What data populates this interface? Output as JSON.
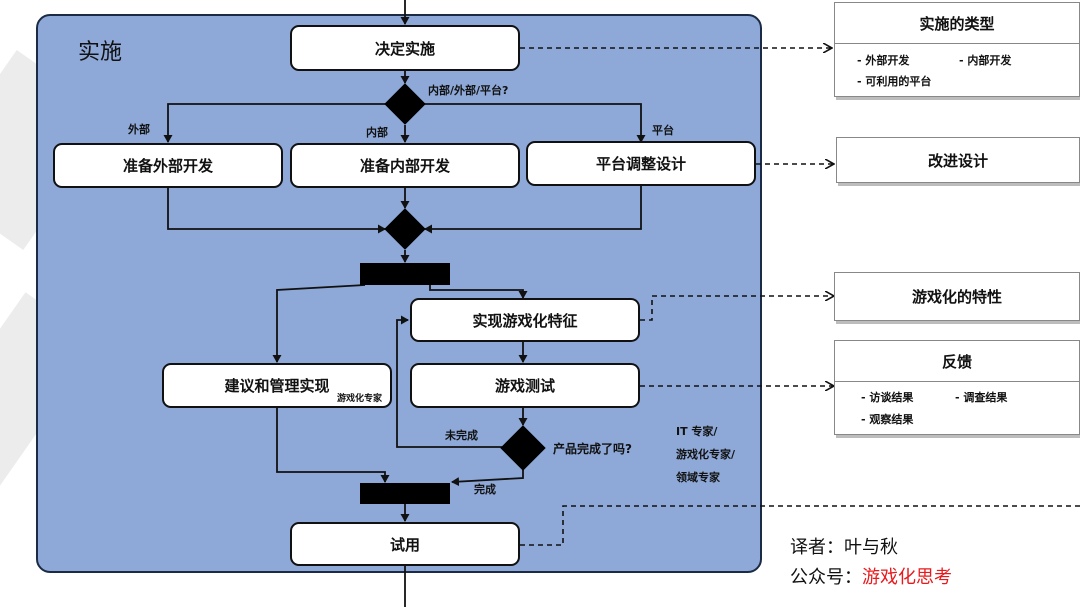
{
  "panel": {
    "title": "实施"
  },
  "nodes": {
    "decide": "决定实施",
    "external": "准备外部开发",
    "internal": "准备内部开发",
    "platform": "平台调整设计",
    "realize": "实现游戏化特征",
    "advise": "建议和管理实现",
    "advise_note": "游戏化专家",
    "test": "游戏测试",
    "trial": "试用"
  },
  "labels": {
    "decision_question": "内部/外部/平台?",
    "external": "外部",
    "internal": "内部",
    "platform": "平台",
    "incomplete": "未完成",
    "product_done": "产品完成了吗?",
    "complete": "完成",
    "roles": [
      "IT 专家/",
      "游戏化专家/",
      "领域专家"
    ]
  },
  "side_boxes": {
    "types": {
      "title": "实施的类型",
      "items": [
        "- 外部开发",
        "- 内部开发",
        "- 可利用的平台"
      ]
    },
    "improve": {
      "title": "改进设计"
    },
    "traits": {
      "title": "游戏化的特性"
    },
    "feedback": {
      "title": "反馈",
      "items": [
        "- 访谈结果",
        "- 调查结果",
        "- 观察结果"
      ]
    }
  },
  "credits": {
    "translator": "译者：叶与秋",
    "account_label": "公众号：",
    "account_name": "游戏化思考"
  }
}
